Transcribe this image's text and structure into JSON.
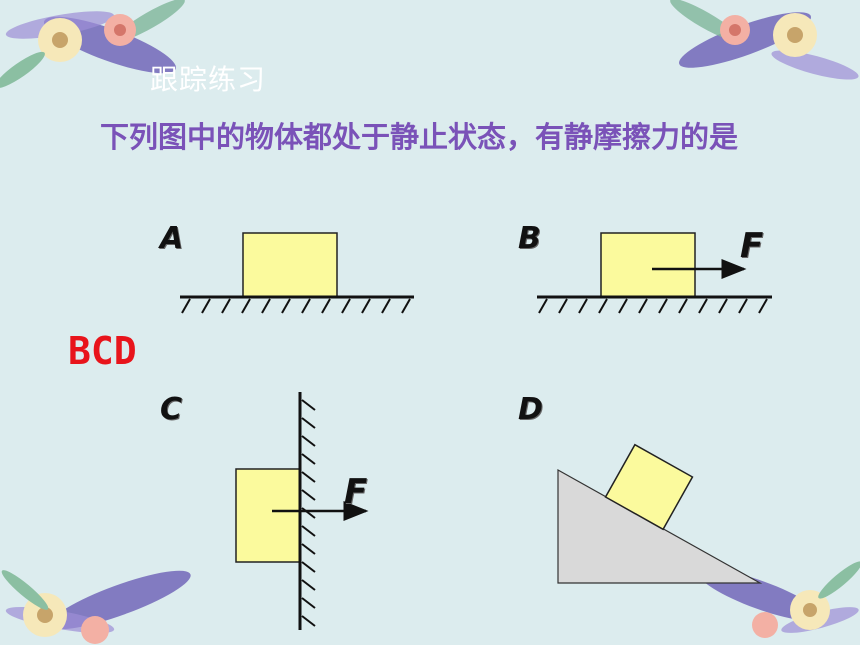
{
  "heading": "跟踪练习",
  "question": "下列图中的物体都处于静止状态，有静摩擦力的是",
  "answer": "BCD",
  "figures": {
    "a": {
      "label": "A"
    },
    "b": {
      "label": "B",
      "force": "F"
    },
    "c": {
      "label": "C",
      "force": "F"
    },
    "d": {
      "label": "D"
    }
  },
  "colors": {
    "background": "#dcecee",
    "block": "#fbfa9d",
    "question_text": "#7a52b8",
    "answer_text": "#e8141b",
    "incline": "#d9d9d9"
  }
}
